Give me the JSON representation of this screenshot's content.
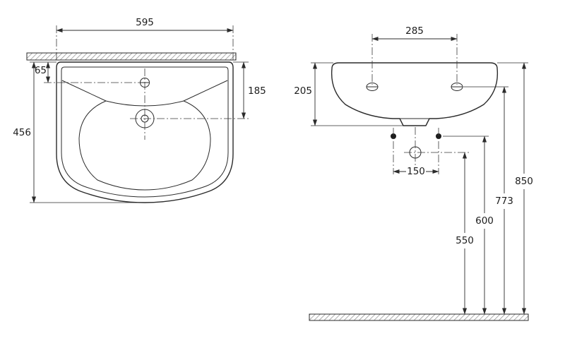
{
  "page": {
    "background": "#ffffff"
  },
  "drawing": {
    "subject": "wall-hung-washbasin-dimension-drawing",
    "line_color": "#2b2b2b",
    "hatch_color": "#8a8a8a",
    "plan": {
      "width": "595",
      "tap_hole_setback": "65",
      "waste_setback": "185",
      "overall_depth": "456"
    },
    "elevation": {
      "fixing_hole_spacing": "285",
      "basin_height": "205",
      "bolt_spacing": "150",
      "trap_height": "550",
      "bolt_height": "600",
      "fixing_hole_height": "773",
      "rim_height": "850"
    }
  }
}
